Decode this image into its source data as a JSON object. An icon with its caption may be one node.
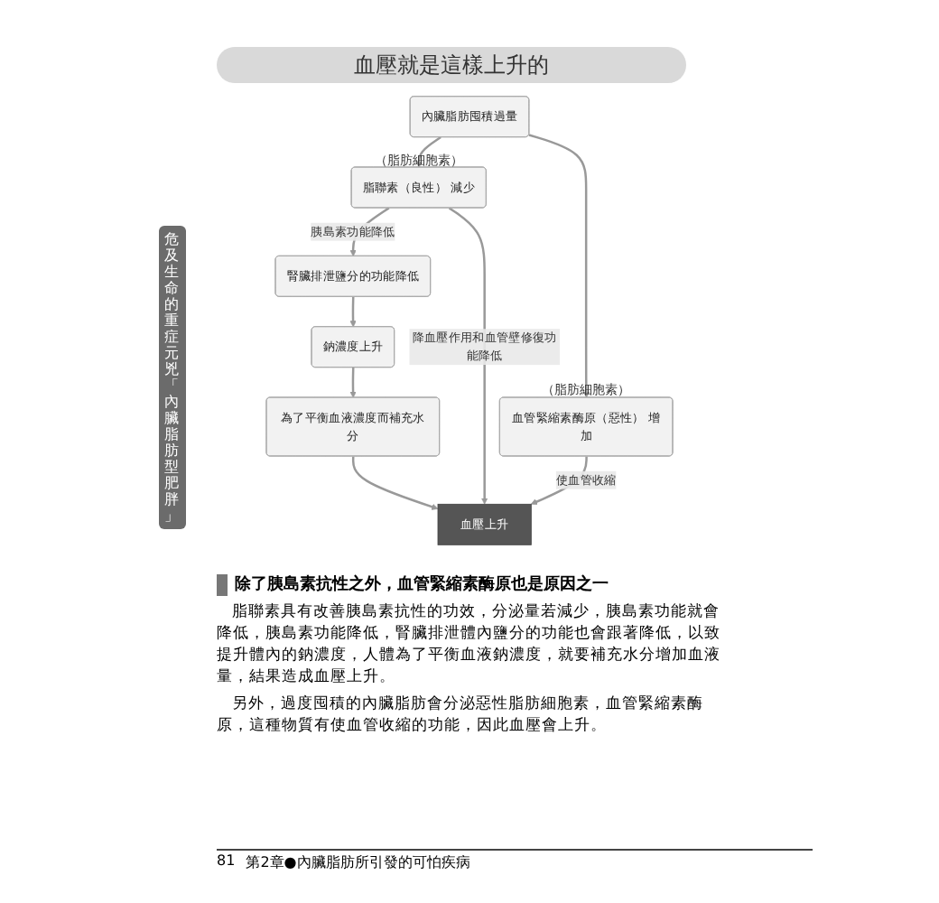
{
  "diagram": {
    "title": "血壓就是這樣上升的",
    "nodes": [
      {
        "text": [
          "內臟脂肪囤積過量"
        ]
      },
      {
        "text": [
          "脂聯素（良性） 減少"
        ],
        "beside": [
          "（脂肪細胞素）"
        ]
      },
      {
        "text": [
          "血管緊縮素酶原（惡性） 增加"
        ],
        "beside": [
          "（脂肪細胞素）"
        ]
      },
      {
        "text": [
          "腎臟排泄鹽分的功能降低"
        ]
      },
      {
        "text": [
          "鈉濃度上升"
        ]
      },
      {
        "text": [
          "為了平衡血液濃度而補充水分"
        ]
      },
      {
        "text": [
          "血壓上升"
        ]
      }
    ],
    "edges": [
      {
        "from": 0,
        "to": 1,
        "arrow": "to"
      },
      {
        "from": 0,
        "to": 2,
        "arrow": "to"
      },
      {
        "from": 1,
        "to": 3,
        "arrow": "to",
        "label": "胰島素功能降低"
      },
      {
        "from": 3,
        "to": 4,
        "arrow": "to"
      },
      {
        "from": 4,
        "to": 5,
        "arrow": "to"
      },
      {
        "from": 5,
        "to": 6,
        "arrow": "to"
      },
      {
        "from": 1,
        "to": 6,
        "arrow": "to",
        "label": "降血壓作用和血管壁修復功能降低"
      },
      {
        "from": 2,
        "to": 6,
        "arrow": "to",
        "label": "使血管收縮"
      }
    ],
    "labels": [
      "危及生命的重症元兇「內臟脂肪型肥胖」",
      "除了胰島素抗性之外，血管緊縮素酶原也是原因之一",
      "脂聯素具有改善胰島素抗性的功效，分泌量若減少，胰島素功能就會降低，胰島素功能降低，腎臟排泄體內鹽分的功能也會跟著降低，以致提升體內的鈉濃度，人體為了平衡血液鈉濃度，就要補充水分增加血液量，結果造成血壓上升。",
      "另外，過度囤積的內臟脂肪會分泌惡性脂肪細胞素，血管緊縮素酶原，這種物質有使血管收縮的功能，因此血壓會上升。",
      "81",
      "第2章●內臟脂肪所引發的可怕疾病"
    ]
  }
}
